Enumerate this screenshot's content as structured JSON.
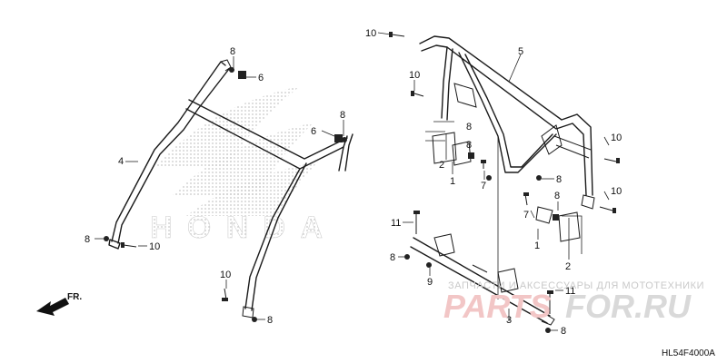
{
  "diagram_code": "HL54F4000A",
  "direction_label": "FR.",
  "brand_watermark": "HONDA",
  "site_watermark": {
    "tagline": "ЗАПЧАСТИ И АКСЕССУАРЫ ДЛЯ МОТОТЕХНИКИ",
    "name_red": "PARTS",
    "name_gray": "FOR.RU"
  },
  "labels": {
    "l_10_a": "10",
    "l_5": "5",
    "l_10_b": "10",
    "l_8_a": "8",
    "l_8_b": "8",
    "l_6_a": "6",
    "l_8_c": "8",
    "l_6_b": "6",
    "l_4": "4",
    "l_8_d": "8",
    "l_10_c": "10",
    "l_10_d": "10",
    "l_8_e": "8",
    "l_8_f": "8",
    "l_2_a": "2",
    "l_1_a": "1",
    "l_7_a": "7",
    "l_10_e": "10",
    "l_8_g": "8",
    "l_10_f": "10",
    "l_8_h": "8",
    "l_7_b": "7",
    "l_1_b": "1",
    "l_2_b": "2",
    "l_11_a": "11",
    "l_8_i": "8",
    "l_9": "9",
    "l_11_b": "11",
    "l_3": "3",
    "l_8_j": "8"
  }
}
